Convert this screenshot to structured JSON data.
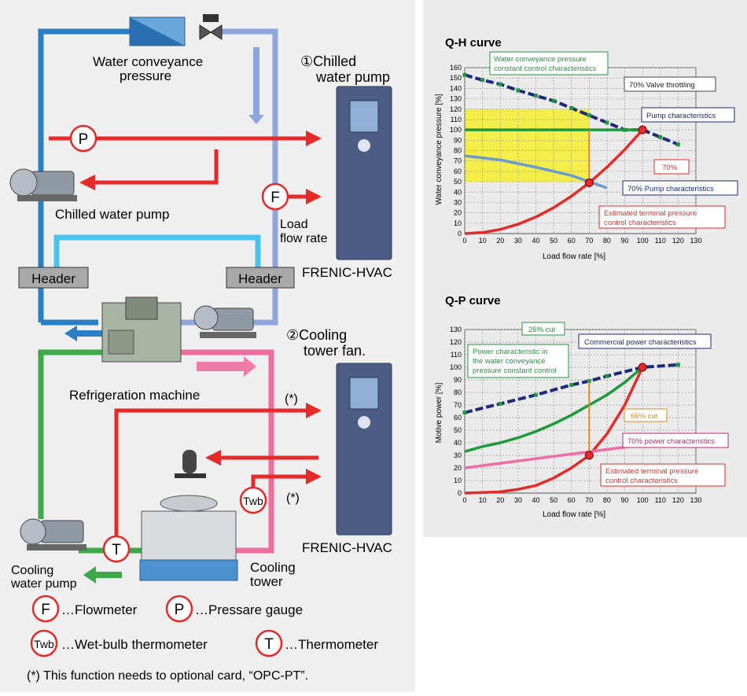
{
  "diagram": {
    "water_conveyance_label": [
      "Water conveyance",
      "pressure"
    ],
    "chilled_pump_heading": [
      "①Chilled",
      "water pump"
    ],
    "chilled_pump_label": "Chilled water pump",
    "load_flow_label": [
      "Load",
      "flow rate"
    ],
    "header_left": "Header",
    "header_right": "Header",
    "inverter_1_label": "FRENIC-HVAC",
    "cooling_fan_heading": [
      "②Cooling",
      "tower fan."
    ],
    "refrigeration_label": "Refrigeration machine",
    "option_mark_1": "(*)",
    "option_mark_2": "(*)",
    "inverter_2_label": "FRENIC-HVAC",
    "cooling_water_pump_label": [
      "Cooling",
      "water pump"
    ],
    "cooling_tower_label": [
      "Cooling",
      "tower"
    ],
    "symbol_P": "P",
    "symbol_F": "F",
    "symbol_T": "T",
    "symbol_Twb": "Twb",
    "colors": {
      "chilled_supply": "#2a7fc4",
      "chilled_return": "#8ea6dc",
      "cooling_green": "#3ea84a",
      "cooling_pink": "#ee6e9e",
      "signal_red": "#e52a2a",
      "light_blue": "#4bc3ef",
      "header_gray": "#a9a9a9"
    }
  },
  "legend": {
    "items": [
      {
        "symbol": "F",
        "text": "…Flowmeter"
      },
      {
        "symbol": "P",
        "text": "…Pressare gauge"
      },
      {
        "symbol": "Twb",
        "text": "…Wet-bulb thermometer"
      },
      {
        "symbol": "T",
        "text": "…Thermometer"
      }
    ],
    "note": "(*) This function needs to optional card, “OPC-PT”."
  },
  "chart_data": [
    {
      "type": "line",
      "title": "Q-H curve",
      "xlabel": "Load flow rate [%]",
      "ylabel": "Water conveyance pressure [%]",
      "xlim": [
        0,
        130
      ],
      "ylim": [
        0,
        160
      ],
      "xticks": [
        0,
        10,
        20,
        30,
        40,
        50,
        60,
        70,
        80,
        90,
        100,
        110,
        120,
        130
      ],
      "yticks": [
        10,
        20,
        30,
        40,
        50,
        60,
        70,
        80,
        90,
        100,
        110,
        120,
        130,
        140,
        150,
        160
      ],
      "grid": true,
      "series": [
        {
          "name": "Pump characteristics",
          "color": "#1b2a7a",
          "style": "dashed",
          "x": [
            0,
            10,
            20,
            30,
            40,
            50,
            60,
            70,
            80,
            90,
            100,
            110,
            120
          ],
          "y": [
            153,
            148,
            144,
            138,
            133,
            128,
            121,
            114,
            107,
            100,
            100,
            93,
            86
          ]
        },
        {
          "name": "70% Pump characteristics",
          "color": "#6a9ccf",
          "style": "solid",
          "x": [
            0,
            20,
            40,
            60,
            70,
            80
          ],
          "y": [
            75,
            71,
            64,
            56,
            50,
            44
          ]
        },
        {
          "name": "Estimated terminal pressure control characteristics",
          "color": "#e52a2a",
          "style": "solid",
          "x": [
            0,
            10,
            20,
            30,
            40,
            50,
            60,
            70,
            80,
            90,
            100
          ],
          "y": [
            0,
            1,
            4,
            9,
            16,
            25,
            36,
            49,
            64,
            81,
            100
          ]
        },
        {
          "name": "Water conveyance pressure constant control characteristics",
          "color": "#1e9a3c",
          "style": "solid",
          "x": [
            0,
            100
          ],
          "y": [
            100,
            100
          ]
        }
      ],
      "annotations": [
        {
          "text": [
            "Water conveyance pressure",
            "constant control characteristics"
          ],
          "color": "#1e9a3c"
        },
        {
          "text": [
            "70% Valve throttling"
          ],
          "color": "#222222"
        },
        {
          "text": [
            "Pump characteristics"
          ],
          "color": "#1b2a7a"
        },
        {
          "text": [
            "70%"
          ],
          "color": "#e52a2a"
        },
        {
          "text": [
            "70% Pump characteristics"
          ],
          "color": "#1b2a7a"
        },
        {
          "text": [
            "Estimated terminal pressure",
            "control characteristics"
          ],
          "color": "#e52a2a"
        }
      ],
      "highlight": {
        "x_range": [
          0,
          70
        ],
        "y_range": [
          50,
          120
        ],
        "color": "#f6ef2e"
      }
    },
    {
      "type": "line",
      "title": "Q-P curve",
      "xlabel": "Load flow rate [%]",
      "ylabel": "Motive power [%]",
      "xlim": [
        0,
        130
      ],
      "ylim": [
        0,
        130
      ],
      "xticks": [
        0,
        10,
        20,
        30,
        40,
        50,
        60,
        70,
        80,
        90,
        100,
        110,
        120,
        130
      ],
      "yticks": [
        10,
        20,
        30,
        40,
        50,
        60,
        70,
        80,
        90,
        100,
        110,
        120,
        130
      ],
      "grid": true,
      "series": [
        {
          "name": "Commercial power characteristics",
          "color": "#1b2a7a",
          "style": "dashed",
          "x": [
            0,
            20,
            40,
            60,
            70,
            80,
            100,
            120
          ],
          "y": [
            64,
            71,
            78,
            86,
            89,
            93,
            100,
            102
          ]
        },
        {
          "name": "Power characteristic in the water conveyance pressure constant control",
          "color": "#1e9a3c",
          "style": "solid",
          "x": [
            0,
            10,
            20,
            30,
            40,
            50,
            60,
            70,
            80,
            90,
            100
          ],
          "y": [
            33,
            37,
            40,
            44,
            49,
            55,
            62,
            70,
            78,
            88,
            100
          ]
        },
        {
          "name": "Estimated terminal pressure control characteristics",
          "color": "#e52a2a",
          "style": "solid",
          "x": [
            0,
            10,
            20,
            30,
            40,
            50,
            60,
            70,
            80,
            90,
            100
          ],
          "y": [
            0,
            0.5,
            1,
            3,
            6,
            12,
            20,
            30,
            47,
            70,
            100
          ]
        },
        {
          "name": "70% power characteristics",
          "color": "#ee6ea8",
          "style": "solid",
          "x": [
            0,
            120
          ],
          "y": [
            20,
            42
          ]
        }
      ],
      "annotations": [
        {
          "text": [
            "25% cut"
          ],
          "color": "#1e9a3c"
        },
        {
          "text": [
            "Commercial power characteristics"
          ],
          "color": "#1b2a7a"
        },
        {
          "text": [
            "Power characteristic in",
            "the water conveyance",
            "pressure constant control"
          ],
          "color": "#1e9a3c"
        },
        {
          "text": [
            "66% cut"
          ],
          "color": "#e08a1e"
        },
        {
          "text": [
            "70% power characteristics"
          ],
          "color": "#c0267a"
        },
        {
          "text": [
            "Estimated terminal pressure",
            "control characteristics"
          ],
          "color": "#e52a2a"
        }
      ]
    }
  ]
}
